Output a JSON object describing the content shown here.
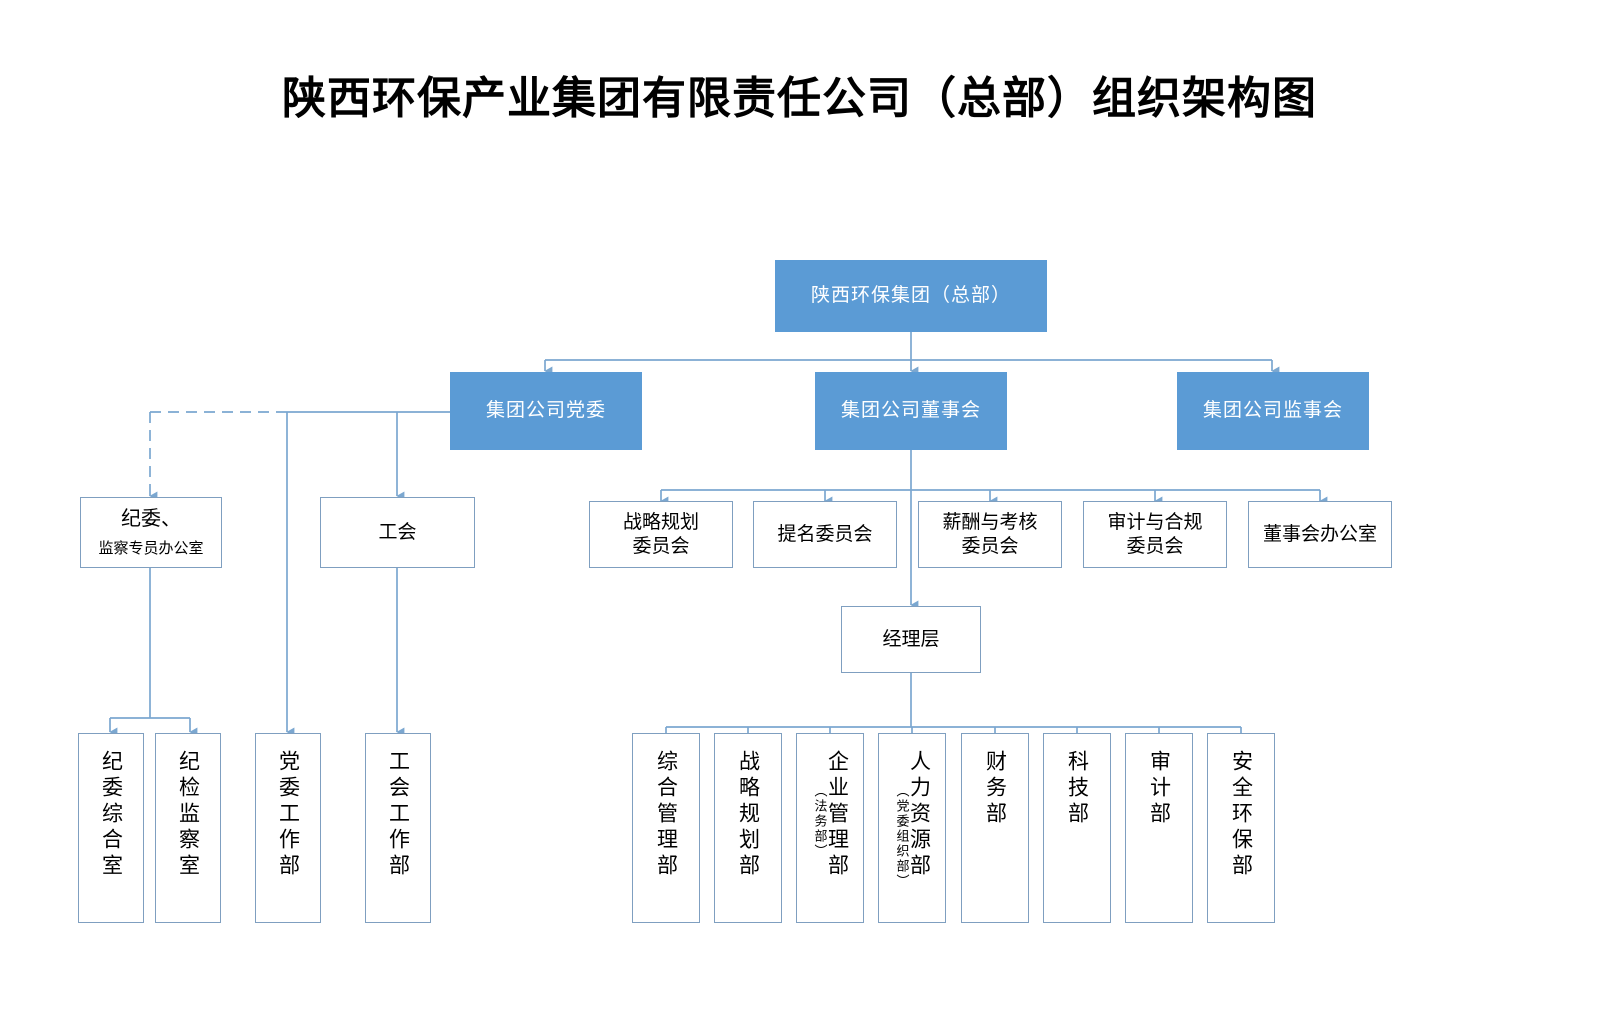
{
  "title": "陕西环保产业集团有限责任公司（总部）组织架构图",
  "colors": {
    "node_fill": "#5b9bd5",
    "node_border": "#7f9fc0",
    "connector": "#7ba7d0",
    "text_on_fill": "#ffffff",
    "text": "#000000",
    "background": "#ffffff"
  },
  "chart_data": {
    "type": "diagram",
    "diagram_kind": "org-chart",
    "root": "陕西环保集团（总部）",
    "levels": [
      [
        "陕西环保集团（总部）"
      ],
      [
        "集团公司党委",
        "集团公司董事会",
        "集团公司监事会"
      ],
      [
        "纪委、监察专员办公室",
        "工会",
        "战略规划委员会",
        "提名委员会",
        "薪酬与考核委员会",
        "审计与合规委员会",
        "董事会办公室"
      ],
      [
        "经理层"
      ],
      [
        "纪委综合室",
        "纪检监察室",
        "党委工作部",
        "工会工作部",
        "综合管理部",
        "战略规划部",
        "企业管理部（法务部）",
        "人力资源部（党委组织部）",
        "财务部",
        "科技部",
        "审计部",
        "安全环保部"
      ]
    ],
    "edges": [
      {
        "from": "陕西环保集团（总部）",
        "to": "集团公司党委",
        "style": "solid"
      },
      {
        "from": "陕西环保集团（总部）",
        "to": "集团公司董事会",
        "style": "solid"
      },
      {
        "from": "陕西环保集团（总部）",
        "to": "集团公司监事会",
        "style": "solid"
      },
      {
        "from": "集团公司党委",
        "to": "纪委、监察专员办公室",
        "style": "dashed"
      },
      {
        "from": "集团公司党委",
        "to": "工会",
        "style": "solid"
      },
      {
        "from": "集团公司党委",
        "to": "党委工作部",
        "style": "solid"
      },
      {
        "from": "纪委、监察专员办公室",
        "to": "纪委综合室",
        "style": "solid"
      },
      {
        "from": "纪委、监察专员办公室",
        "to": "纪检监察室",
        "style": "solid"
      },
      {
        "from": "工会",
        "to": "工会工作部",
        "style": "solid"
      },
      {
        "from": "集团公司董事会",
        "to": "战略规划委员会",
        "style": "solid"
      },
      {
        "from": "集团公司董事会",
        "to": "提名委员会",
        "style": "solid"
      },
      {
        "from": "集团公司董事会",
        "to": "薪酬与考核委员会",
        "style": "solid"
      },
      {
        "from": "集团公司董事会",
        "to": "审计与合规委员会",
        "style": "solid"
      },
      {
        "from": "集团公司董事会",
        "to": "董事会办公室",
        "style": "solid"
      },
      {
        "from": "集团公司董事会",
        "to": "经理层",
        "style": "solid"
      },
      {
        "from": "经理层",
        "to": "综合管理部",
        "style": "solid"
      },
      {
        "from": "经理层",
        "to": "战略规划部",
        "style": "solid"
      },
      {
        "from": "经理层",
        "to": "企业管理部（法务部）",
        "style": "solid"
      },
      {
        "from": "经理层",
        "to": "人力资源部（党委组织部）",
        "style": "solid"
      },
      {
        "from": "经理层",
        "to": "财务部",
        "style": "solid"
      },
      {
        "from": "经理层",
        "to": "科技部",
        "style": "solid"
      },
      {
        "from": "经理层",
        "to": "审计部",
        "style": "solid"
      },
      {
        "from": "经理层",
        "to": "安全环保部",
        "style": "solid"
      }
    ]
  },
  "nodes": {
    "root": {
      "label": "陕西环保集团（总部）"
    },
    "party": {
      "label": "集团公司党委"
    },
    "board": {
      "label": "集团公司董事会"
    },
    "supervisors": {
      "label": "集团公司监事会"
    },
    "discipline": {
      "line1": "纪委、",
      "line2": "监察专员办公室"
    },
    "union": {
      "label": "工会"
    },
    "committees": [
      {
        "line1": "战略规划",
        "line2": "委员会"
      },
      {
        "line1": "提名委员会",
        "line2": ""
      },
      {
        "line1": "薪酬与考核",
        "line2": "委员会"
      },
      {
        "line1": "审计与合规",
        "line2": "委员会"
      },
      {
        "line1": "董事会办公室",
        "line2": ""
      }
    ],
    "management": {
      "label": "经理层"
    },
    "left_departments": [
      {
        "main": "纪委综合室",
        "sub": ""
      },
      {
        "main": "纪检监察室",
        "sub": ""
      },
      {
        "main": "党委工作部",
        "sub": ""
      },
      {
        "main": "工会工作部",
        "sub": ""
      }
    ],
    "departments": [
      {
        "main": "综合管理部",
        "sub": ""
      },
      {
        "main": "战略规划部",
        "sub": ""
      },
      {
        "main": "企业管理部",
        "sub": "（法务部）"
      },
      {
        "main": "人力资源部",
        "sub": "（党委组织部）"
      },
      {
        "main": "财务部",
        "sub": ""
      },
      {
        "main": "科技部",
        "sub": ""
      },
      {
        "main": "审计部",
        "sub": ""
      },
      {
        "main": "安全环保部",
        "sub": ""
      }
    ]
  }
}
